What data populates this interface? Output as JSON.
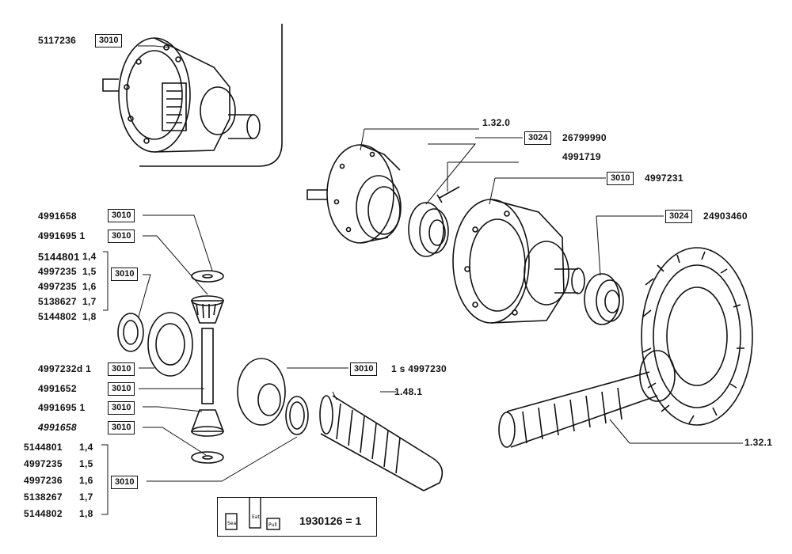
{
  "labels": {
    "diff_top_part": "5117236",
    "diff_top_code": "3010",
    "ref_1320": "1.32.0",
    "bearing_code": "3024",
    "bearing_part": "26799990",
    "pin_part": "4991719",
    "case_code": "3010",
    "case_part": "4997231",
    "bearing2_code": "3024",
    "bearing2_part": "24903460",
    "ref_1321": "1.32.1",
    "ref_1481": "1.48.1",
    "kit_part": "1930126 = 1",
    "gear_set_code": "3010",
    "gear_set_text": "1 s 4997230"
  },
  "left_rows": [
    {
      "part": "4991658",
      "code": "3010"
    },
    {
      "part": "4991695 1",
      "code": "3010"
    },
    {
      "part": "4997232d 1",
      "code": "3010"
    },
    {
      "part": "4991652",
      "code": "3010"
    },
    {
      "part": "4991695 1",
      "code": "3010"
    },
    {
      "part": "4991658",
      "code": "3010"
    }
  ],
  "shim_group_top": {
    "code": "3010",
    "items": [
      {
        "part": "5144801",
        "size": "1,4"
      },
      {
        "part": "4997235",
        "size": "1,5"
      },
      {
        "part": "4997235",
        "size": "1,6"
      },
      {
        "part": "5138627",
        "size": "1,7"
      },
      {
        "part": "5144802",
        "size": "1,8"
      }
    ]
  },
  "shim_group_bottom": {
    "code": "3010",
    "items": [
      {
        "part": "5144801",
        "size": "1,4"
      },
      {
        "part": "4997235",
        "size": "1,5"
      },
      {
        "part": "4997236",
        "size": "1,6"
      },
      {
        "part": "5138267",
        "size": "1,7"
      },
      {
        "part": "5144802",
        "size": "1,8"
      }
    ]
  },
  "kit_tags": [
    "Seal",
    "Eat",
    "Pull"
  ]
}
